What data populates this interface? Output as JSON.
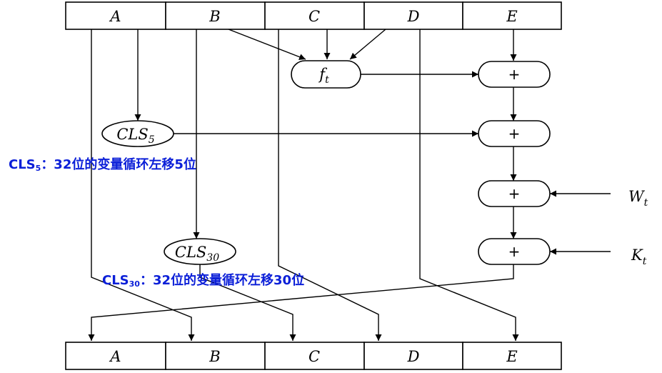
{
  "registers_top": [
    "A",
    "B",
    "C",
    "D",
    "E"
  ],
  "registers_bottom": [
    "A",
    "B",
    "C",
    "D",
    "E"
  ],
  "ops": {
    "f": {
      "main": "f",
      "sub": "t"
    },
    "cls5": {
      "main": "CLS",
      "sub": "5"
    },
    "cls30": {
      "main": "CLS",
      "sub": "30"
    },
    "plus": "+"
  },
  "inputs": {
    "w": {
      "main": "W",
      "sub": "t"
    },
    "k": {
      "main": "K",
      "sub": "t"
    }
  },
  "notes": {
    "cls5": {
      "prefix": "CLS",
      "sub": "5",
      "text": "：32位的变量循环左移5位"
    },
    "cls30": {
      "prefix": "CLS",
      "sub": "30",
      "text": "：32位的变量循环左移30位"
    }
  },
  "colors": {
    "note": "#0b1fd8",
    "line": "#000000"
  }
}
